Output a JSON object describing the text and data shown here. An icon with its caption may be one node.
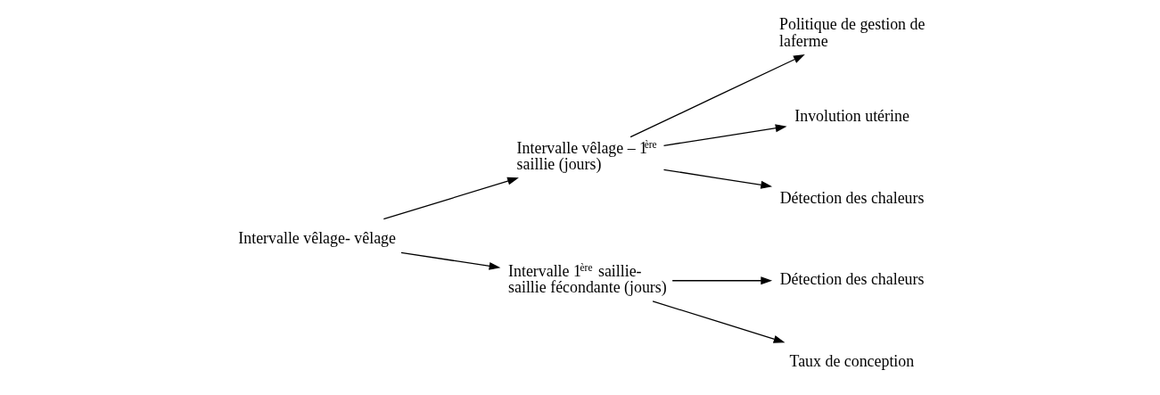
{
  "diagram": {
    "nodes": [
      {
        "text": [
          "Intervalle vêlage- vêlage"
        ]
      },
      {
        "text": [
          "Intervalle vêlage – 1$^{ère}$ saillie (jours)"
        ]
      },
      {
        "text": [
          "Intervalle 1$^{ère}$ saillie- saillie fécondante (jours)"
        ]
      },
      {
        "text": [
          "Politique de gestion de laferme"
        ]
      },
      {
        "text": [
          "Involution utérine"
        ]
      },
      {
        "text": [
          "Détection des chaleurs"
        ]
      },
      {
        "text": [
          "Détection des chaleurs"
        ]
      },
      {
        "text": [
          "Taux de conception"
        ]
      }
    ],
    "edges": [
      {
        "from": 0,
        "to": 1,
        "arrow": "to"
      },
      {
        "from": 0,
        "to": 2,
        "arrow": "to"
      },
      {
        "from": 1,
        "to": 3,
        "arrow": "to"
      },
      {
        "from": 1,
        "to": 4,
        "arrow": "to"
      },
      {
        "from": 1,
        "to": 5,
        "arrow": "to"
      },
      {
        "from": 2,
        "to": 6,
        "arrow": "to"
      },
      {
        "from": 2,
        "to": 7,
        "arrow": "to"
      }
    ]
  }
}
